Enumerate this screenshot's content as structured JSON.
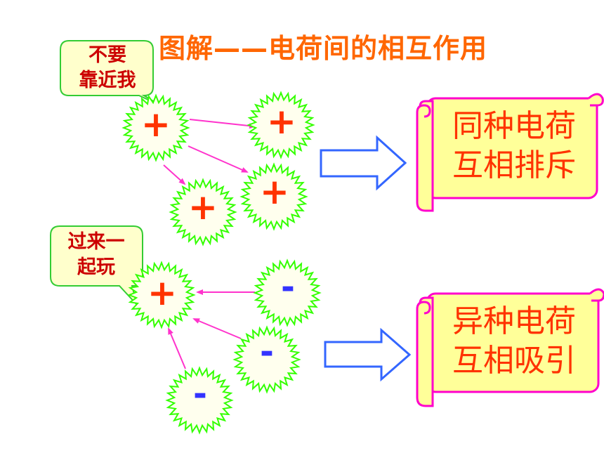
{
  "title": "图解——电荷间的相互作用",
  "bubbles": {
    "top": {
      "line1": "不要",
      "line2": "靠近我"
    },
    "bottom": {
      "line1": "过来一",
      "line2": "起玩"
    }
  },
  "conclusions": {
    "same": {
      "line1": "同种电荷",
      "line2": "互相排斥"
    },
    "opposite": {
      "line1": "异种电荷",
      "line2": "互相吸引"
    }
  },
  "charges": {
    "plus_sign": "+",
    "minus_sign": "-"
  },
  "colors": {
    "title": "#ff6600",
    "bubble_fill": "#ffffcc",
    "bubble_border": "#33cc33",
    "bubble_text": "#cc0000",
    "scroll_fill": "#ffff99",
    "scroll_border": "#ff00cc",
    "scroll_text": "#ff3300",
    "charge_outline": "#33ff00",
    "charge_fill": "#ffffee",
    "plus_color": "#ff3300",
    "minus_color": "#3333ff",
    "force_arrow": "#ff33cc",
    "block_arrow": "#3366ff"
  }
}
